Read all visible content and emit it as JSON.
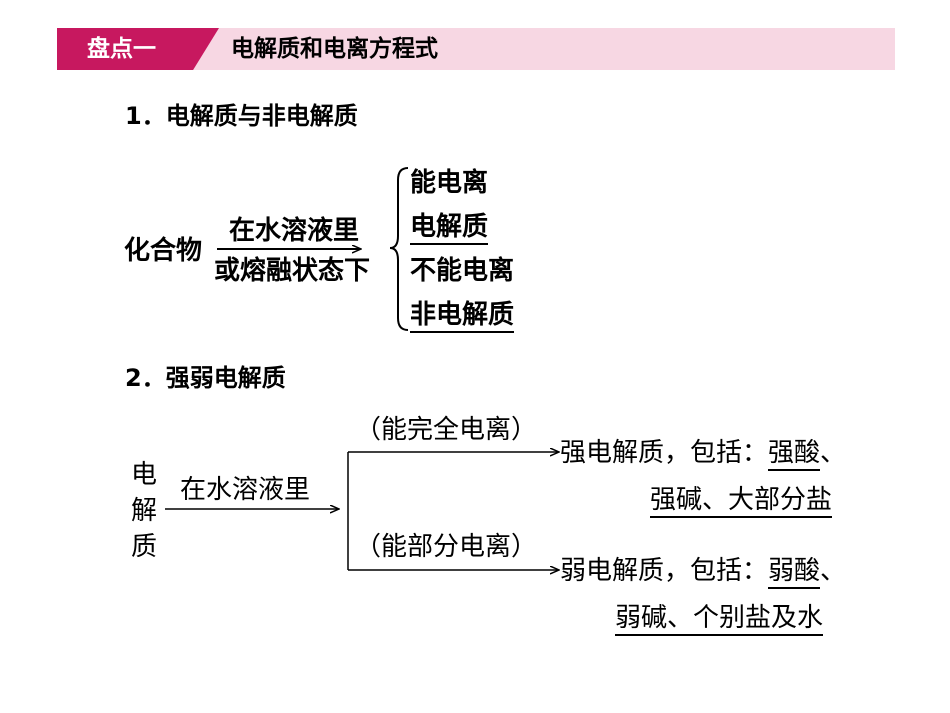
{
  "header": {
    "tab_label": "盘点一",
    "title": "电解质和电离方程式",
    "band_color": "#f7d7e3",
    "tab_color": "#c7185f"
  },
  "section1": {
    "heading": "1．电解质与非电解质",
    "compound": "化合物",
    "condition_line1": "在水溶液里",
    "condition_line2": "或熔融状态下",
    "branch1_state": "能电离",
    "branch1_result": "电解质",
    "branch2_state": "不能电离",
    "branch2_result": "非电解质"
  },
  "section2": {
    "heading": "2．强弱电解质",
    "root": [
      "电",
      "解",
      "质"
    ],
    "condition": "在水溶液里",
    "upper_condition": "（能完全电离）",
    "upper_result_prefix": "强电解质，包括：",
    "upper_result_fill1": "强酸",
    "upper_result_sep": "、",
    "upper_result_fill2": "强碱、大部分盐",
    "lower_condition": "（能部分电离）",
    "lower_result_prefix": "弱电解质，包括：",
    "lower_result_fill1": "弱酸",
    "lower_result_sep": "、",
    "lower_result_fill2": "弱碱、个别盐及水"
  }
}
